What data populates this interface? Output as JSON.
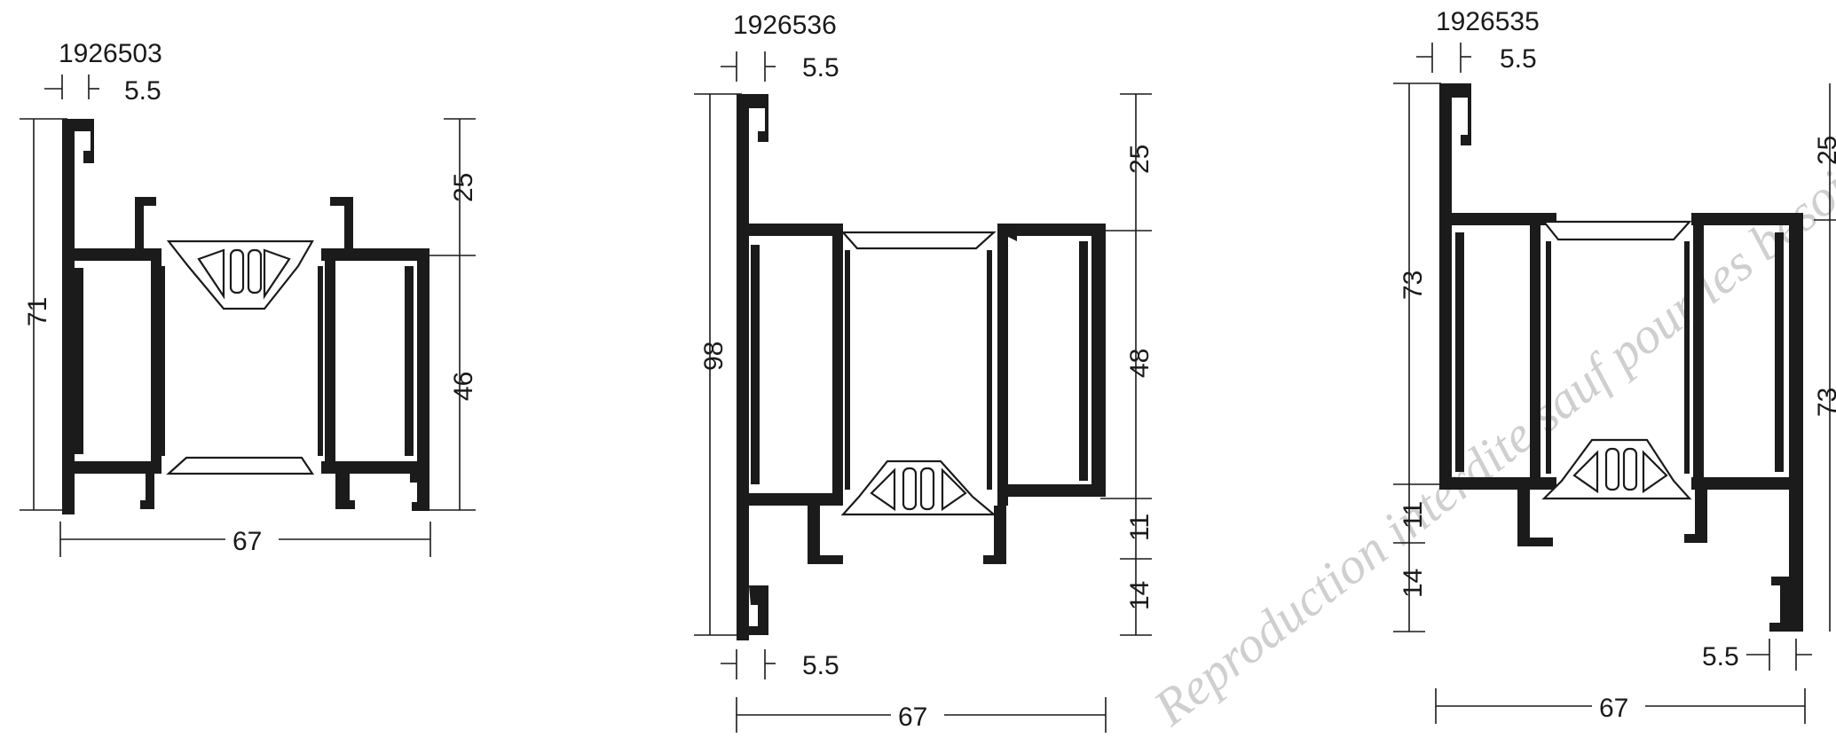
{
  "watermark": "Reproduction interdite sauf pour les besoins de l'enseignement professionnel",
  "profiles": [
    {
      "code": "1926503",
      "top_offset": "5.5",
      "width": "67",
      "left_height": "71",
      "right_upper": "25",
      "right_lower": "46"
    },
    {
      "code": "1926536",
      "top_offset": "5.5",
      "bottom_offset": "5.5",
      "width": "67",
      "left_height": "98",
      "right_a": "25",
      "right_b": "48",
      "right_c": "11",
      "right_d": "14"
    },
    {
      "code": "1926535",
      "top_offset": "5.5",
      "bottom_offset": "5.5",
      "width": "67",
      "left_height": "73",
      "left_b": "11",
      "left_c": "14",
      "right_a": "25",
      "right_b": "73"
    }
  ]
}
